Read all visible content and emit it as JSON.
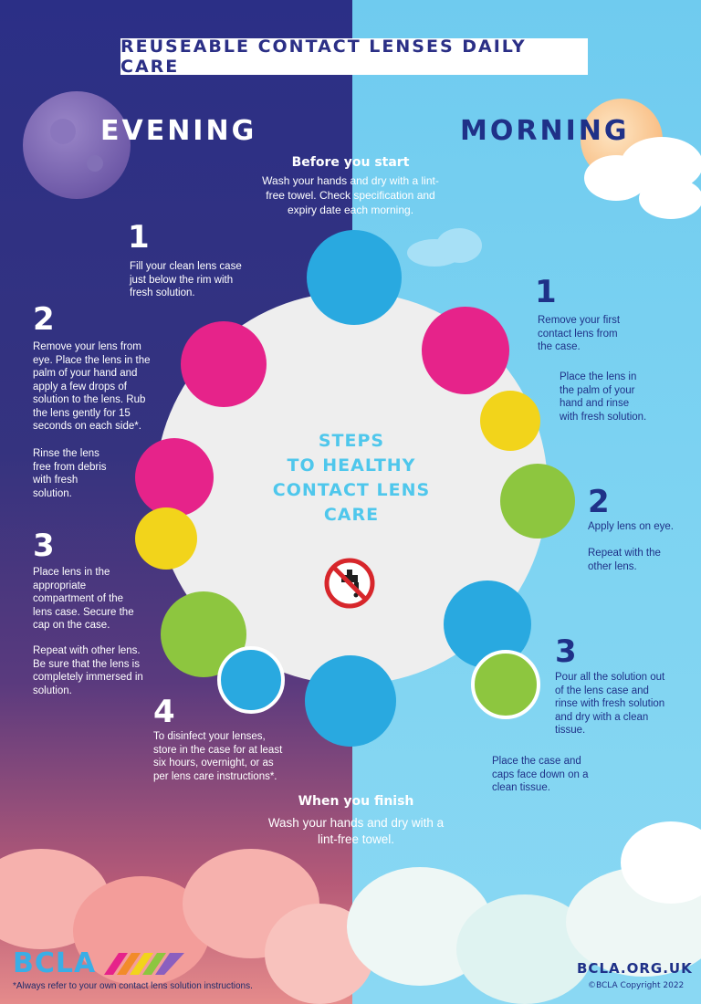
{
  "title": "REUSEABLE CONTACT LENSES DAILY CARE",
  "evening": {
    "heading": "EVENING",
    "steps": [
      {
        "num": "1",
        "text": "Fill your clean lens case just below the rim with fresh solution."
      },
      {
        "num": "2",
        "text": "Remove your  lens from eye. Place the lens in the palm of your hand and apply a few drops of solution to the lens. Rub the lens gently for 15 seconds on each side*.",
        "text2": "Rinse the lens free from debris with fresh solution."
      },
      {
        "num": "3",
        "text": "Place lens in the appropriate compartment of the lens case. Secure the cap on the case.",
        "text2": "Repeat with other lens. Be sure that the lens is completely immersed in solution."
      },
      {
        "num": "4",
        "text": "To disinfect your lenses, store in the case for at least six hours, overnight, or as per lens care instructions*."
      }
    ]
  },
  "morning": {
    "heading": "MORNING",
    "steps": [
      {
        "num": "1",
        "text": "Remove your first contact lens from the case.",
        "text2": "Place the lens in the palm of your hand and rinse with fresh solution."
      },
      {
        "num": "2",
        "text": "Apply lens on eye.",
        "text2": "Repeat with the other lens."
      },
      {
        "num": "3",
        "text": "Pour all the solution out of the lens case and rinse with fresh solution and dry with a clean tissue.",
        "text2": "Place the case and caps face down on a clean tissue."
      }
    ]
  },
  "before": {
    "title": "Before you start",
    "text": "Wash your hands and dry with a lint-free towel. Check specification and expiry date each morning."
  },
  "finish": {
    "title": "When you finish",
    "text": "Wash your hands and dry with a lint-free towel."
  },
  "center": {
    "line1": "STEPS",
    "line2": "TO HEALTHY",
    "line3": "CONTACT LENS",
    "line4": "CARE"
  },
  "footer": {
    "logo": "BCLA",
    "note": "*Always refer to your own contact lens solution instructions.",
    "url": "BCLA.ORG.UK",
    "copyright": "©BCLA Copyright 2022"
  },
  "colors": {
    "navy": "#2b2f86",
    "sky": "#7dd3f2",
    "pink": "#e6238a",
    "lime": "#8dc63f",
    "yellow": "#f2d41b",
    "blue": "#29a9e0"
  }
}
